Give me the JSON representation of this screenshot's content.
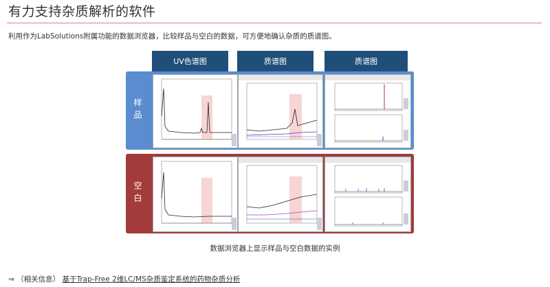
{
  "title": "有力支持杂质解析的软件",
  "intro": "利用作为LabSolutions附属功能的数据浏览器，比较样品与空白的数据，可方便地确认杂质的质谱图。",
  "columns": [
    "UV色谱图",
    "质谱图",
    "质谱图"
  ],
  "rows": [
    "样品",
    "空白"
  ],
  "caption": "数据浏览器上显示样品与空白数据的实例",
  "related": {
    "arrow": "⇒",
    "prefix": "（相关信息）",
    "link": "基于Trap-Free 2维LC/MS杂质鉴定系统的药物杂质分析"
  },
  "colors": {
    "sample": "#5b8ccf",
    "blank": "#a33b3b",
    "header": "#1f4e79",
    "title_rule": "#e07a8a"
  }
}
